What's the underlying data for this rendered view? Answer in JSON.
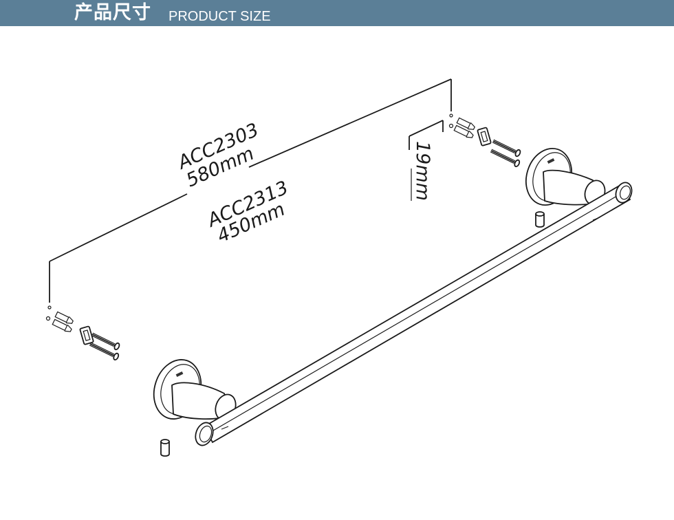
{
  "header": {
    "title_cn": "产品尺寸",
    "title_en": "PRODUCT SIZE",
    "background_color": "#5b7f97"
  },
  "dimensions": {
    "model_a": "ACC2303",
    "length_a": "580mm",
    "model_b": "ACC2313",
    "length_b": "450mm",
    "depth": "19mm"
  }
}
